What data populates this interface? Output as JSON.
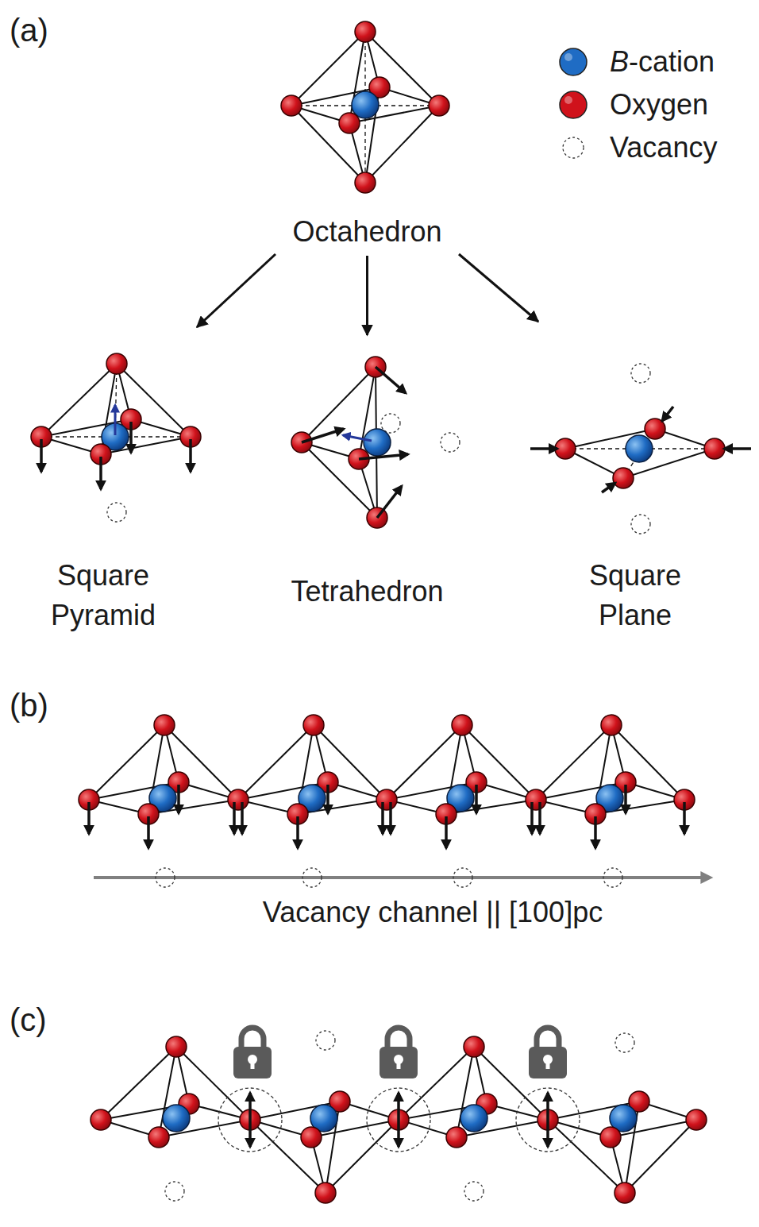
{
  "diagram": {
    "nodes": [
      {
        "text": [
          "Octahedron"
        ]
      },
      {
        "text": [
          "Square Pyramid"
        ]
      },
      {
        "text": [
          "Tetrahedron"
        ]
      },
      {
        "text": [
          "Square Plane"
        ]
      }
    ],
    "edges": [
      {
        "from": 0,
        "to": 1,
        "arrow": "to"
      },
      {
        "from": 0,
        "to": 2,
        "arrow": "to"
      },
      {
        "from": 0,
        "to": 3,
        "arrow": "to"
      }
    ],
    "labels": [
      "(a)",
      "(b)",
      "(c)",
      "Vacancy channel || [100]pc"
    ],
    "legend": [
      {
        "text": "B-cation",
        "color": "#1f6cc4"
      },
      {
        "text": "Oxygen",
        "color": "#d0121b"
      },
      {
        "text": "Vacancy"
      }
    ]
  }
}
